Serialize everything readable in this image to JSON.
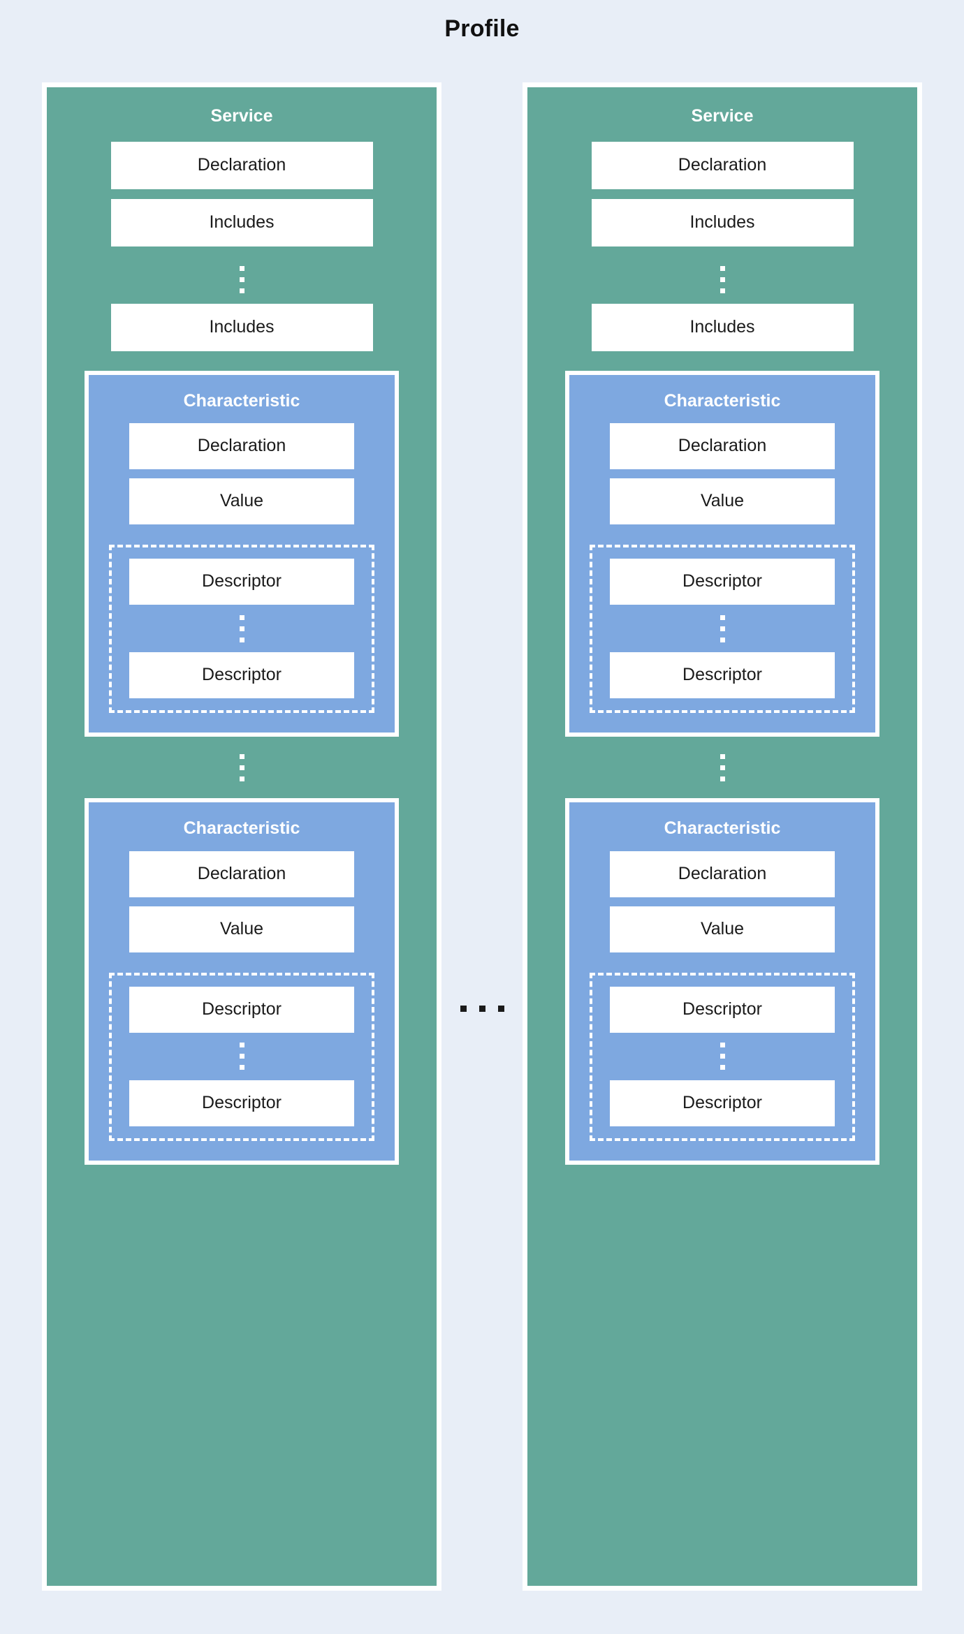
{
  "diagram": {
    "title": "Profile",
    "ellipsis_between_columns": "...",
    "colors": {
      "background": "#e8eef7",
      "service_fill": "#63a89a",
      "characteristic_fill": "#7ea8e0",
      "leaf_fill": "#ffffff",
      "border": "#ffffff",
      "text_dark": "#1a1a1a",
      "text_light": "#ffffff"
    },
    "services": [
      {
        "title": "Service",
        "declaration": "Declaration",
        "includes_first": "Includes",
        "includes_last": "Includes",
        "characteristics": [
          {
            "title": "Characteristic",
            "declaration": "Declaration",
            "value": "Value",
            "descriptor_first": "Descriptor",
            "descriptor_last": "Descriptor"
          },
          {
            "title": "Characteristic",
            "declaration": "Declaration",
            "value": "Value",
            "descriptor_first": "Descriptor",
            "descriptor_last": "Descriptor"
          }
        ]
      },
      {
        "title": "Service",
        "declaration": "Declaration",
        "includes_first": "Includes",
        "includes_last": "Includes",
        "characteristics": [
          {
            "title": "Characteristic",
            "declaration": "Declaration",
            "value": "Value",
            "descriptor_first": "Descriptor",
            "descriptor_last": "Descriptor"
          },
          {
            "title": "Characteristic",
            "declaration": "Declaration",
            "value": "Value",
            "descriptor_first": "Descriptor",
            "descriptor_last": "Descriptor"
          }
        ]
      }
    ]
  }
}
